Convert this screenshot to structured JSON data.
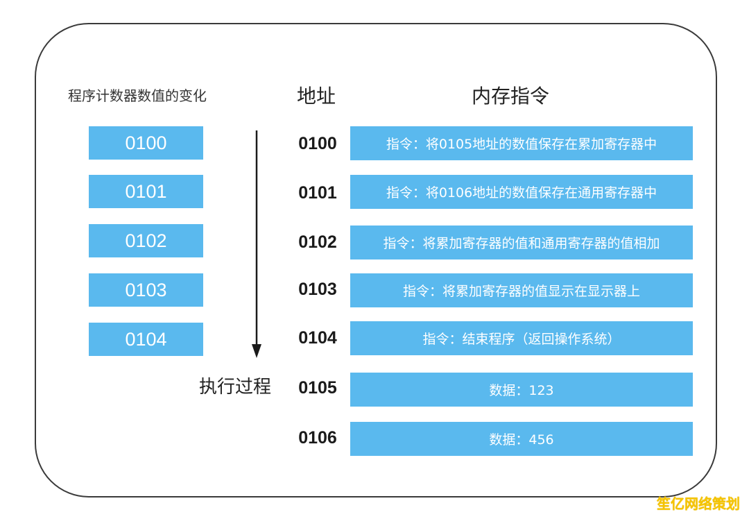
{
  "headers": {
    "pc_title": "程序计数器数值的变化",
    "address_title": "地址",
    "memory_title": "内存指令"
  },
  "pc_values": [
    "0100",
    "0101",
    "0102",
    "0103",
    "0104"
  ],
  "rows": [
    {
      "address": "0100",
      "content": "指令：将0105地址的数值保存在累加寄存器中"
    },
    {
      "address": "0101",
      "content": "指令：将0106地址的数值保存在通用寄存器中"
    },
    {
      "address": "0102",
      "content": "指令：将累加寄存器的值和通用寄存器的值相加"
    },
    {
      "address": "0103",
      "content": "指令：将累加寄存器的值显示在显示器上"
    },
    {
      "address": "0104",
      "content": "指令：结束程序（返回操作系统）"
    },
    {
      "address": "0105",
      "content": "数据：123"
    },
    {
      "address": "0106",
      "content": "数据：456"
    }
  ],
  "process_label": "执行过程",
  "watermark": "笙亿网络策划",
  "colors": {
    "box_fill": "#5ab9ee",
    "box_text": "#ffffff",
    "frame_stroke": "#3a3a3a",
    "watermark": "#f5c400"
  }
}
